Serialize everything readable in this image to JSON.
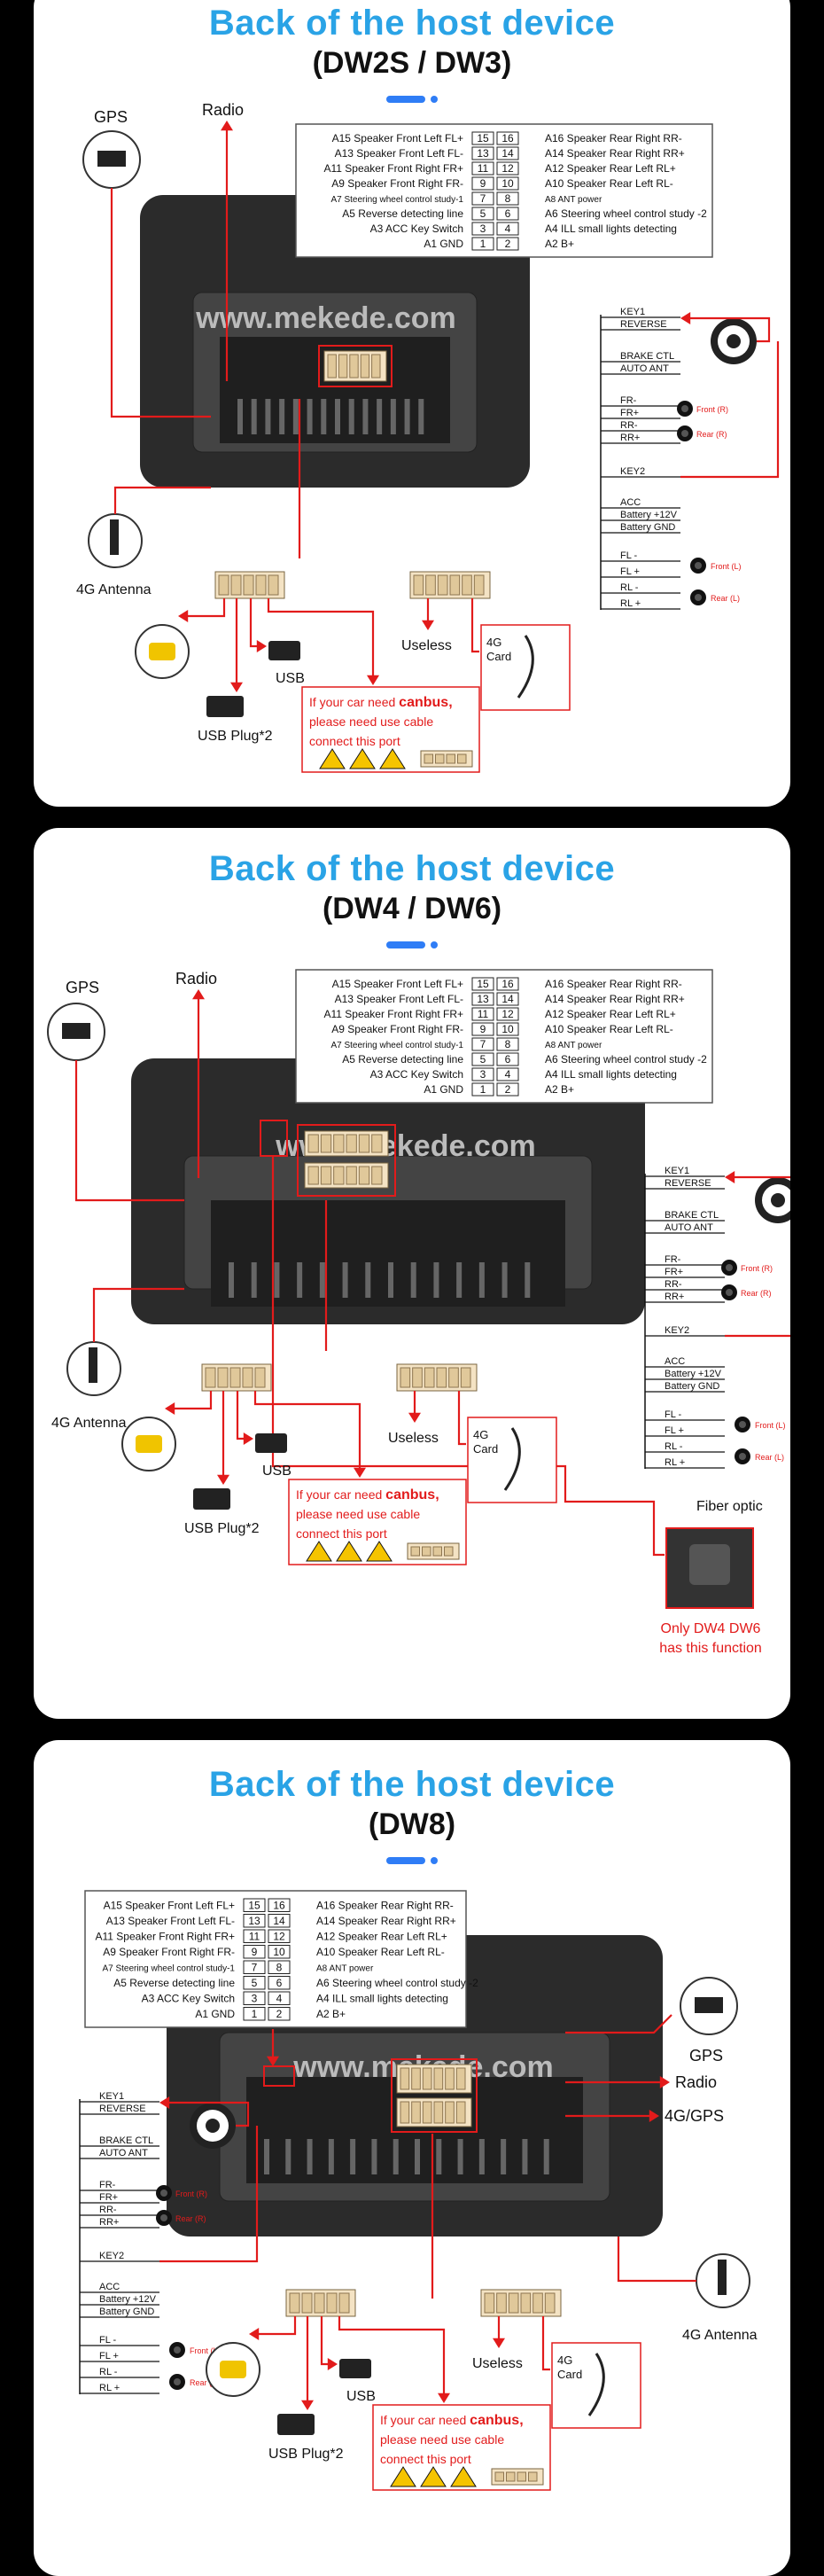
{
  "sections": [
    {
      "title": "Back of the host device",
      "model": "(DW2S / DW3)"
    },
    {
      "title": "Back of the host device",
      "model": "(DW4 / DW6)"
    },
    {
      "title": "Back of the host device",
      "model": "(DW8)"
    }
  ],
  "pins_left": [
    {
      "code": "A15",
      "label": "Speaker Front Left FL+"
    },
    {
      "code": "A13",
      "label": "Speaker Front Left FL-"
    },
    {
      "code": "A11",
      "label": "Speaker Front Right FR+"
    },
    {
      "code": "A9",
      "label": "Speaker Front Right FR-"
    },
    {
      "code": "A7",
      "label": "Steering wheel control study-1"
    },
    {
      "code": "A5",
      "label": "Reverse detecting line"
    },
    {
      "code": "A3",
      "label": "ACC Key Switch"
    },
    {
      "code": "A1",
      "label": "GND"
    }
  ],
  "pins_right": [
    {
      "code": "A16",
      "label": "Speaker Rear Right RR-"
    },
    {
      "code": "A14",
      "label": "Speaker Rear Right RR+"
    },
    {
      "code": "A12",
      "label": "Speaker Rear Left RL+"
    },
    {
      "code": "A10",
      "label": "Speaker Rear Left RL-"
    },
    {
      "code": "A8",
      "label": "ANT power"
    },
    {
      "code": "A6",
      "label": "Steering wheel control study -2"
    },
    {
      "code": "A4",
      "label": "ILL small lights detecting"
    },
    {
      "code": "A2",
      "label": "B+"
    }
  ],
  "pin_numbers": [
    [
      "15",
      "16"
    ],
    [
      "13",
      "14"
    ],
    [
      "11",
      "12"
    ],
    [
      "9",
      "10"
    ],
    [
      "7",
      "8"
    ],
    [
      "5",
      "6"
    ],
    [
      "3",
      "4"
    ],
    [
      "1",
      "2"
    ]
  ],
  "harness_top": [
    "KEY1",
    "REVERSE",
    "BRAKE CTL",
    "AUTO ANT"
  ],
  "harness_rear": [
    "FR-",
    "FR+",
    "RR-",
    "RR+"
  ],
  "harness_key2": "KEY2",
  "harness_power": [
    "ACC",
    "Battery +12V",
    "Battery GND"
  ],
  "harness_front": [
    "FL -",
    "FL +",
    "RL -",
    "RL +"
  ],
  "speaker_labels": {
    "front_r": "Front (R)",
    "rear_r": "Rear (R)",
    "front_l": "Front (L)",
    "rear_l": "Rear (L)"
  },
  "callouts": {
    "gps": "GPS",
    "radio": "Radio",
    "antenna_4g": "4G Antenna",
    "usb": "USB",
    "usb_plug": "USB Plug*2",
    "useless": "Useless",
    "card_4g": "4G\nCard",
    "canbus_pre": "If your car need ",
    "canbus_word": "canbus,",
    "canbus_line2": "please need use cable",
    "canbus_line3": "connect this port",
    "fiber": "Fiber optic",
    "fiber_note1": "Only DW4 DW6",
    "fiber_note2": "has this function",
    "gps_4g": "4G/GPS"
  },
  "watermark": "www.mekede.com",
  "colors": {
    "accent_blue": "#2aa3e6",
    "bar_blue": "#2f7df6",
    "wire_red": "#e21b1b",
    "device_dark": "#3a3a3a"
  }
}
